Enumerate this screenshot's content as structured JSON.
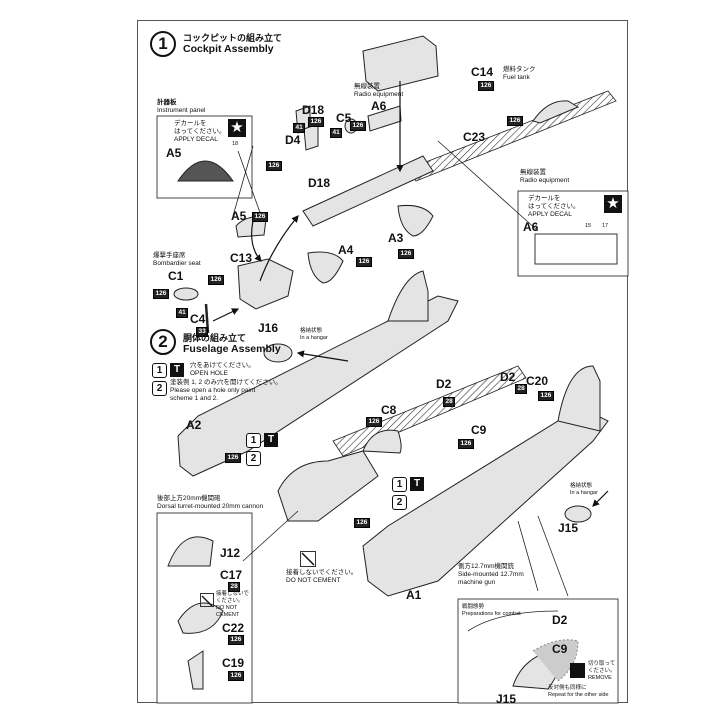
{
  "step1": {
    "number": "1",
    "title_jp": "コックピットの組み立て",
    "title_en": "Cockpit Assembly",
    "instrument_panel": {
      "label_jp": "計器板",
      "label_en": "Instrument panel",
      "decal_jp_line1": "デカールを",
      "decal_jp_line2": "はってください。",
      "decal_en": "APPLY DECAL",
      "part": "A5",
      "decal_number": "18",
      "icon": "star-icon"
    },
    "radio": {
      "label_jp": "無線装置",
      "label_en": "Radio equipment"
    },
    "fuel_tank": {
      "part": "C14",
      "label_jp": "燃料タンク",
      "label_en": "Fuel tank",
      "color_code": "126"
    },
    "radio_detail": {
      "label_jp": "無線装置",
      "label_en": "Radio equipment",
      "decal_jp_line1": "デカールを",
      "decal_jp_line2": "はってください。",
      "decal_en": "APPLY DECAL",
      "part": "A6",
      "decal_numbers": [
        "15",
        "17"
      ],
      "icon": "star-icon"
    },
    "bombardier_seat": {
      "label_jp": "爆撃手座席",
      "label_en": "Bombardier seat"
    },
    "parts": [
      {
        "id": "D18",
        "codes": [
          "41",
          "126"
        ]
      },
      {
        "id": "D18",
        "codes": []
      },
      {
        "id": "C5",
        "codes": [
          "41",
          "126"
        ]
      },
      {
        "id": "A6",
        "codes": []
      },
      {
        "id": "D4",
        "codes": [
          "126"
        ]
      },
      {
        "id": "C23",
        "codes": [
          "126"
        ]
      },
      {
        "id": "A5",
        "codes": [
          "126"
        ]
      },
      {
        "id": "A3",
        "codes": [
          "126"
        ]
      },
      {
        "id": "A4",
        "codes": [
          "126"
        ]
      },
      {
        "id": "C13",
        "codes": [
          "126"
        ]
      },
      {
        "id": "C1",
        "codes": [
          "126",
          "41"
        ]
      },
      {
        "id": "C4",
        "codes": [
          "33"
        ]
      }
    ]
  },
  "step2": {
    "number": "2",
    "title_jp": "胴体の組み立て",
    "title_en": "Fuselage Assembly",
    "legend": [
      {
        "symbol": "1",
        "jp": "穴をあけてください。",
        "en": "OPEN HOLE"
      },
      {
        "symbol": "2",
        "jp": "塗装例 1, 2 のみ穴を開けてください。",
        "en_line1": "Please open a hole only paint",
        "en_line2": "scheme 1 and 2."
      }
    ],
    "hangar_label_jp": "格納状態",
    "hangar_label_en": "In a hangar",
    "dorsal_turret": {
      "label_jp": "後部上方20mm機関砲",
      "label_en": "Dorsal turret-mounted 20mm cannon",
      "parts": [
        {
          "id": "J12",
          "code": ""
        },
        {
          "id": "C17",
          "code": "28"
        },
        {
          "id": "C22",
          "code": "126"
        },
        {
          "id": "C19",
          "code": "126"
        }
      ],
      "do_not_cement_jp_line1": "接着しないで",
      "do_not_cement_jp_line2": "ください。",
      "do_not_cement_en_line1": "DO NOT",
      "do_not_cement_en_line2": "CEMENT"
    },
    "do_not_cement_main_jp": "接着しないでください。",
    "do_not_cement_main_en": "DO NOT CEMENT",
    "side_gun": {
      "label_jp": "側方12.7mm機関銃",
      "label_en_line1": "Side-mounted 12.7mm",
      "label_en_line2": "machine gun",
      "combat_jp": "戦闘態勢",
      "combat_en": "Preparations for combat",
      "remove_jp_line1": "切り取って",
      "remove_jp_line2": "ください。",
      "remove_en": "REMOVE",
      "repeat_jp": "反対側も同様に",
      "repeat_en": "Repeat for the other side",
      "parts": [
        "D2",
        "C9",
        "J15"
      ]
    },
    "parts": [
      {
        "id": "J16",
        "code": ""
      },
      {
        "id": "D2",
        "code": "28"
      },
      {
        "id": "D2",
        "code": "28"
      },
      {
        "id": "C20",
        "code": "126"
      },
      {
        "id": "C8",
        "code": "126"
      },
      {
        "id": "C9",
        "code": "126"
      },
      {
        "id": "A2",
        "code": "126"
      },
      {
        "id": "A1",
        "code": "126"
      },
      {
        "id": "J15",
        "code": ""
      }
    ]
  }
}
